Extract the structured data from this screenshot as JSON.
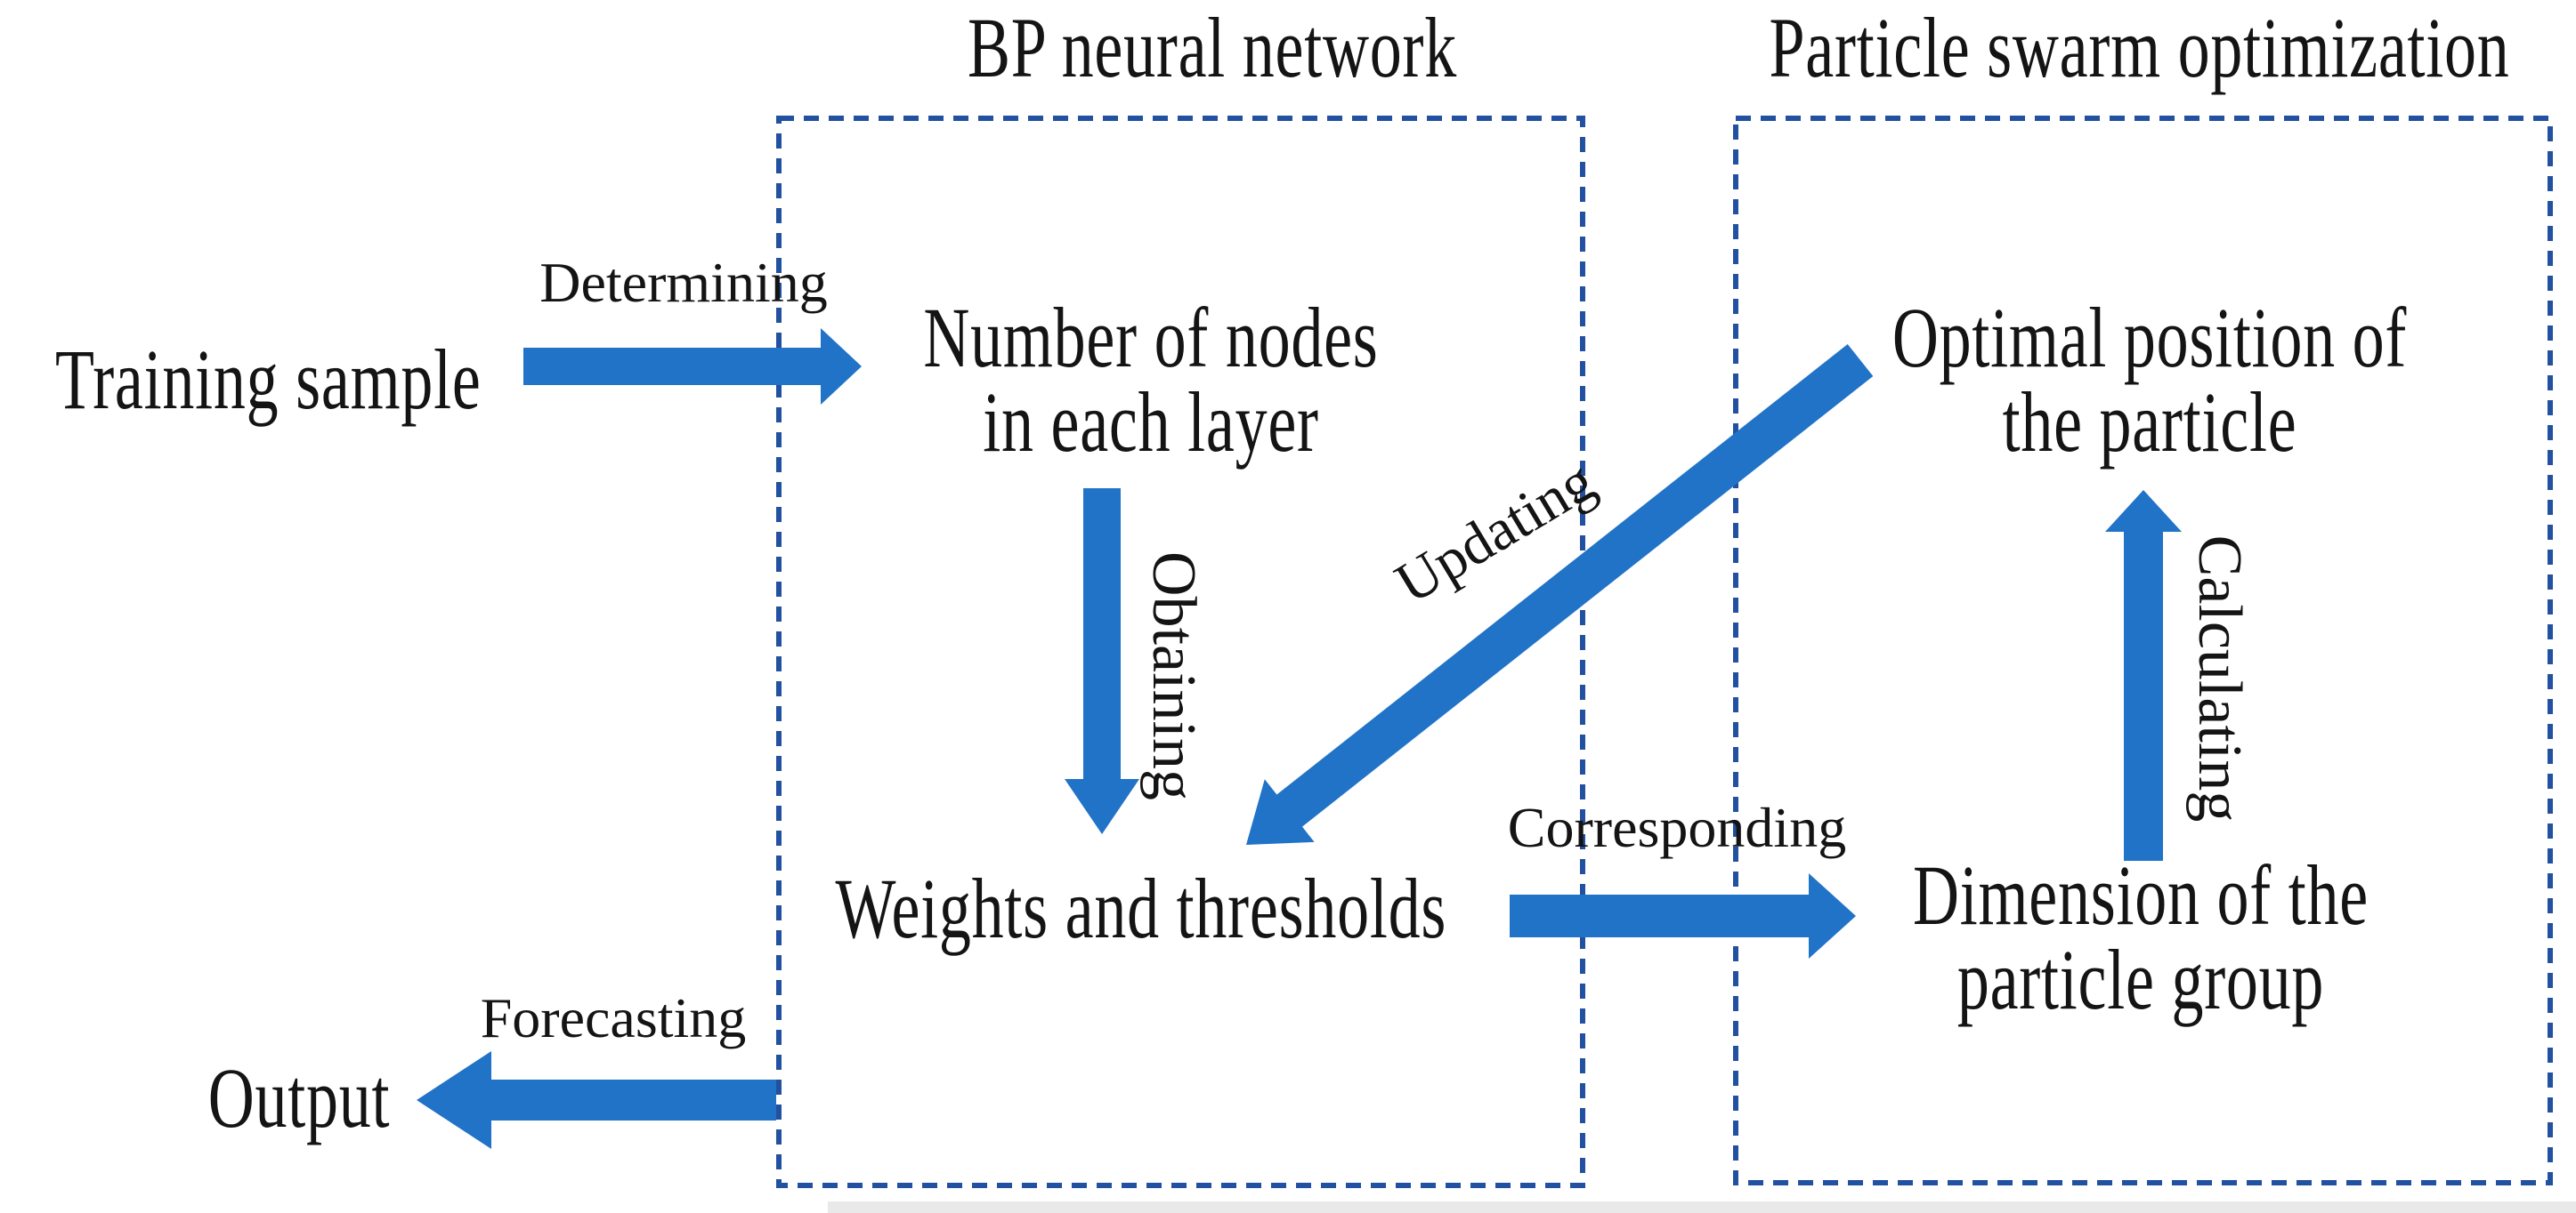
{
  "titles": {
    "bp": "BP neural network",
    "pso": "Particle swarm optimization"
  },
  "nodes": {
    "training_sample": "Training sample",
    "number_of_nodes": {
      "line1": "Number of nodes",
      "line2": "in each layer"
    },
    "optimal_position": {
      "line1": "Optimal position of",
      "line2": "the particle"
    },
    "weights_thresholds": "Weights and thresholds",
    "dimension": {
      "line1": "Dimension of the",
      "line2": "particle group"
    },
    "output": "Output"
  },
  "arrow_labels": {
    "determining": "Determining",
    "obtaining": "Obtaining",
    "updating": "Updating",
    "corresponding": "Corresponding",
    "calculating": "Calculating",
    "forecasting": "Forecasting"
  },
  "colors": {
    "arrow_fill": "#2173C7",
    "box_border": "#2151A0",
    "text": "#141414",
    "background": "#ffffff"
  }
}
